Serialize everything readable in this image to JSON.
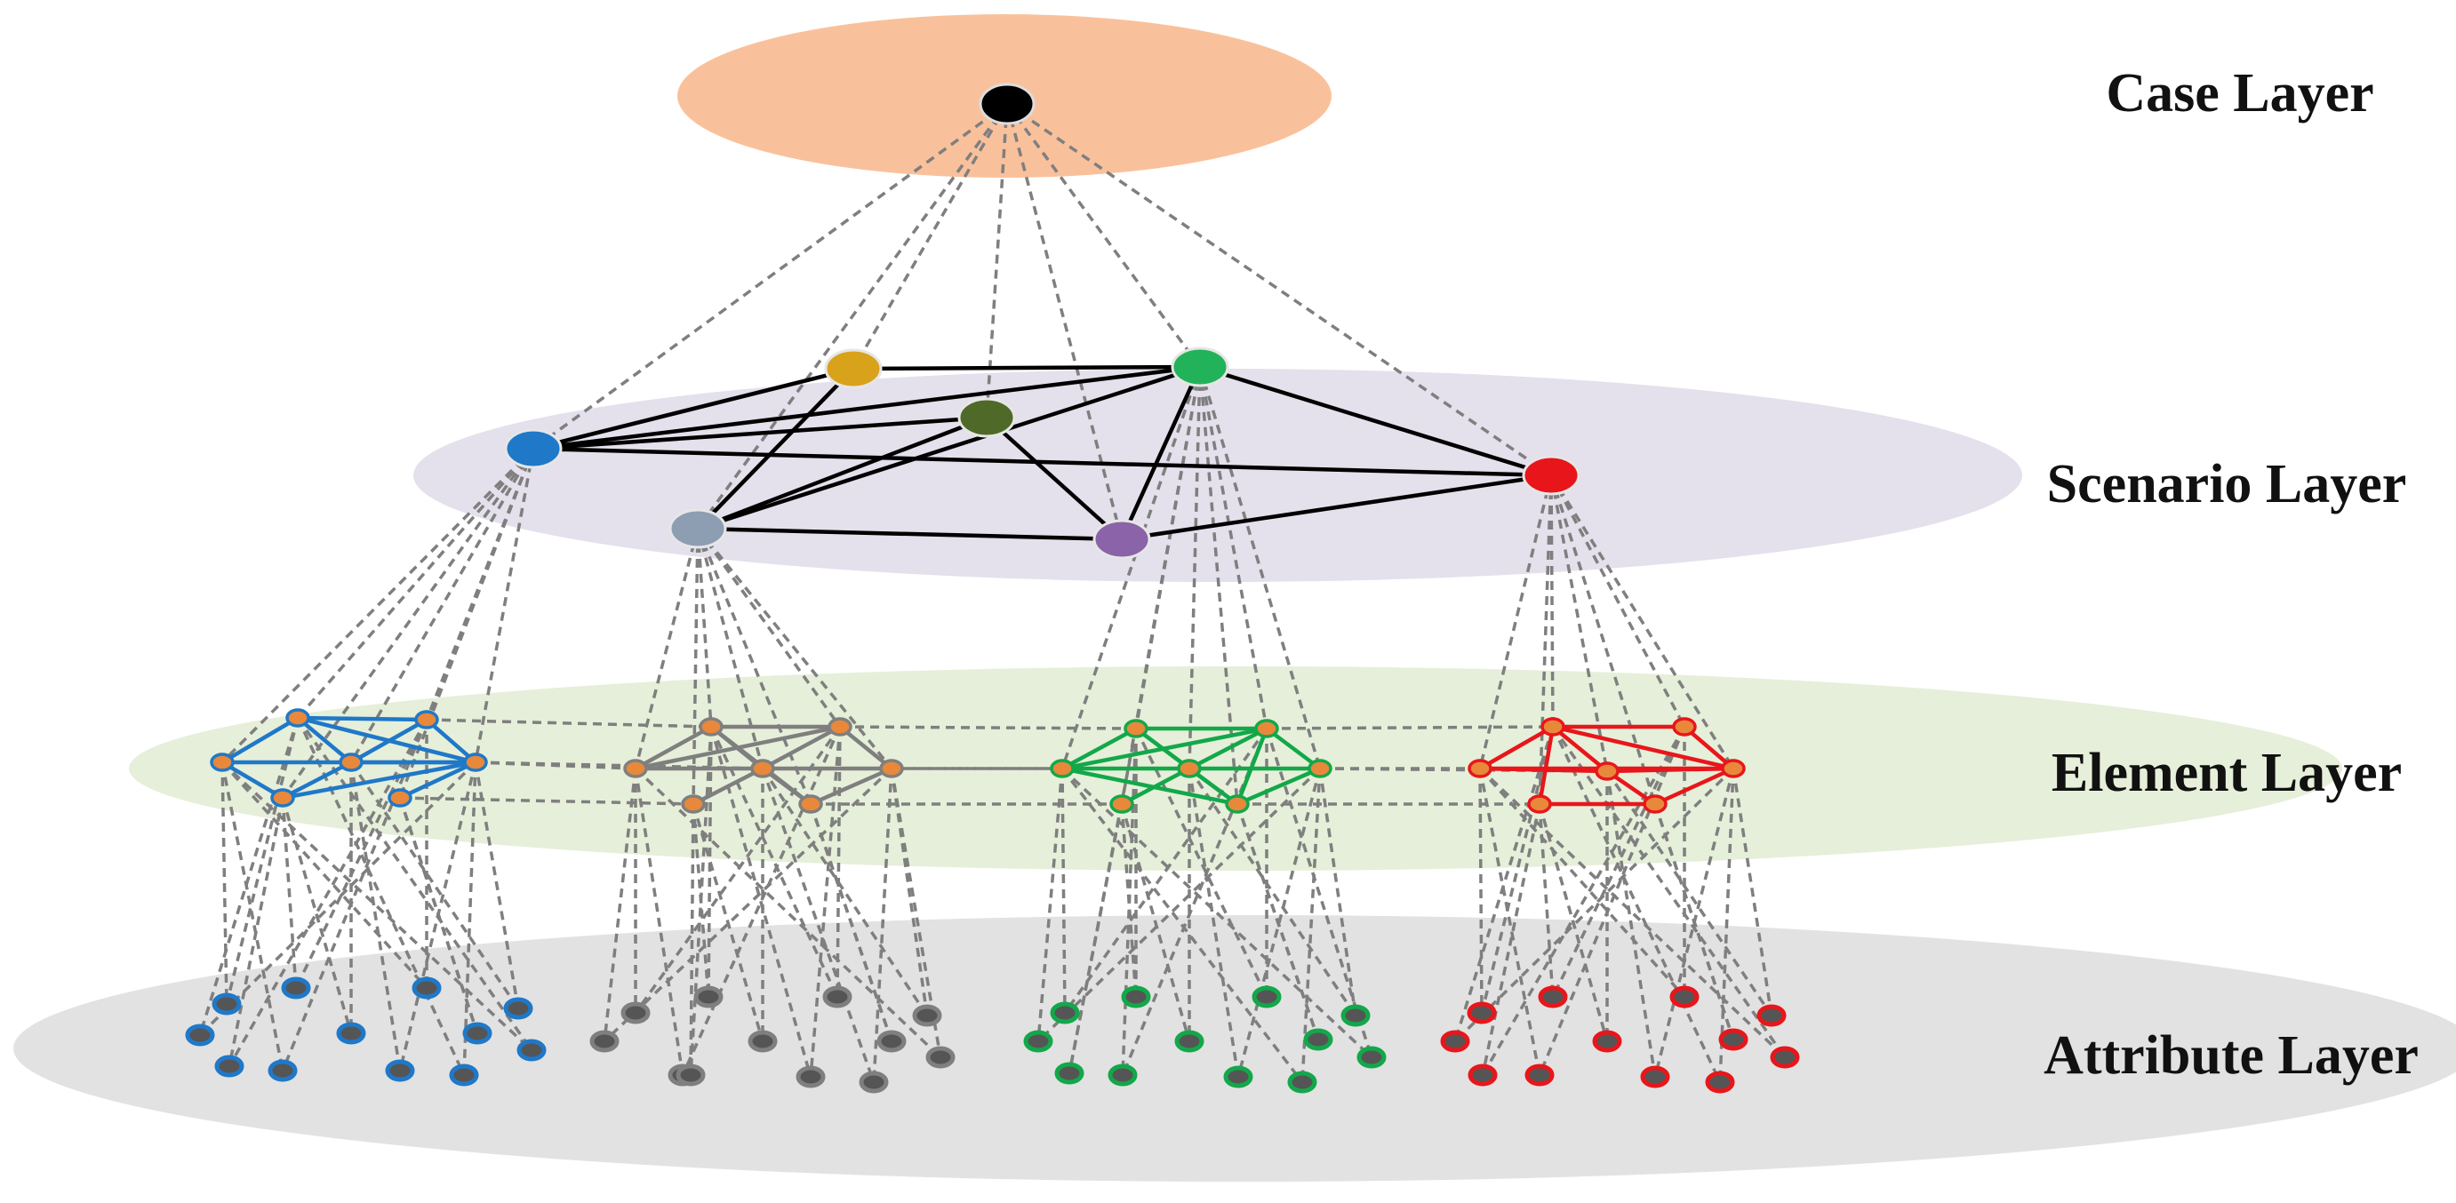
{
  "layers": [
    {
      "id": "case",
      "label": "Case Layer",
      "band_color": "#f9c19b"
    },
    {
      "id": "scenario",
      "label": "Scenario Layer",
      "band_color": "#e4e0ec"
    },
    {
      "id": "element",
      "label": "Element Layer",
      "band_color": "#e6efd9"
    },
    {
      "id": "attribute",
      "label": "Attribute Layer",
      "band_color": "#e2e2e2"
    }
  ],
  "colors": {
    "case_node": "#000000",
    "scenario_edge": "#000000",
    "dashed_link": "#7f7f7f",
    "element_node_fill": "#e8883a"
  },
  "scenario_nodes": [
    {
      "id": "s-blue",
      "color": "#1f78c8"
    },
    {
      "id": "s-orange",
      "color": "#d9a21b"
    },
    {
      "id": "s-darkgreen",
      "color": "#4f6a28"
    },
    {
      "id": "s-green",
      "color": "#22b35a"
    },
    {
      "id": "s-red",
      "color": "#e8161b"
    },
    {
      "id": "s-gray",
      "color": "#8d9eb3"
    },
    {
      "id": "s-purple",
      "color": "#8a63a8"
    }
  ],
  "clusters": [
    {
      "id": "blue",
      "color": "#1f78c8",
      "scenario": "s-blue"
    },
    {
      "id": "gray",
      "color": "#7f7f7f",
      "scenario": "s-gray"
    },
    {
      "id": "green",
      "color": "#12a84a",
      "scenario": "s-green"
    },
    {
      "id": "red",
      "color": "#e8161b",
      "scenario": "s-red"
    }
  ]
}
